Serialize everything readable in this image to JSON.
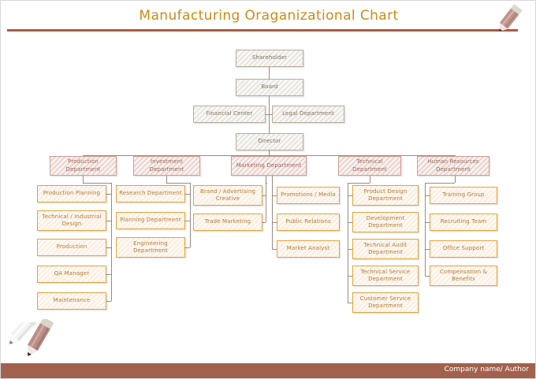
{
  "header": {
    "title": "Manufacturing Oraganizational Chart",
    "title_color": "#cc8a16",
    "rule_color": "#a85c45"
  },
  "footer": {
    "text": "Company name/ Author",
    "bar_color": "#a2614d",
    "text_color": "#ffffff"
  },
  "palette": {
    "level1_fill": "#e9e7e0",
    "level1_border": "#b5ab9b",
    "level1_text": "#7d7365",
    "level2_fill": "#ecd7d2",
    "level2_border": "#cf9d93",
    "level2_text": "#9a6a5c",
    "level3_fill": "#fdeee0",
    "level3_border": "#e0a33d",
    "level3_text": "#b07a35",
    "connector": "#9a8a82",
    "canvas": "#ffffff"
  },
  "chart_data": {
    "type": "diagram",
    "title": "Manufacturing Oraganizational Chart",
    "nodes": {
      "shareholder": "Shareholder",
      "board": "Board",
      "financial_center": "Financial Center",
      "legal_department": "Legal Department",
      "director": "Director"
    },
    "departments": [
      {
        "label": "Production Department"
      },
      {
        "label": "Investment Department"
      },
      {
        "label": "Marketing Department"
      },
      {
        "label": "Technical Department"
      },
      {
        "label": "Human Resources Department"
      }
    ],
    "columns": [
      {
        "parent": "Production Department",
        "spine": "right",
        "items": [
          "Production Planning",
          "Technical / Industrial Design",
          "Production",
          "QA Manager",
          "Maintenance"
        ]
      },
      {
        "parent": "Investment Department",
        "spine": "right",
        "items": [
          "Research Department",
          "Planning Department",
          "Engineering Department"
        ]
      },
      {
        "parent": "Marketing Department",
        "spine": "right",
        "items": [
          "Brand / Advertising Creative",
          "Trade Marketing"
        ]
      },
      {
        "parent": "Marketing Department",
        "spine": "left",
        "items": [
          "Promotions / Media",
          "Public Relations",
          "Market Analyst"
        ]
      },
      {
        "parent": "Technical Department",
        "spine": "left",
        "items": [
          "Product Design Department",
          "Development Department",
          "Technical Audit Department",
          "Technical Service Department",
          "Customer Service Department"
        ]
      },
      {
        "parent": "Human Resources Department",
        "spine": "left",
        "items": [
          "Training Group",
          "Recruiting Team",
          "Office Support",
          "Compensation & Benefits"
        ]
      }
    ]
  },
  "decorations": {
    "pencil_top_right": "pencil-icon",
    "pencil_bottom_left_a": "pencil-icon",
    "pencil_bottom_left_b": "pencil-icon"
  }
}
